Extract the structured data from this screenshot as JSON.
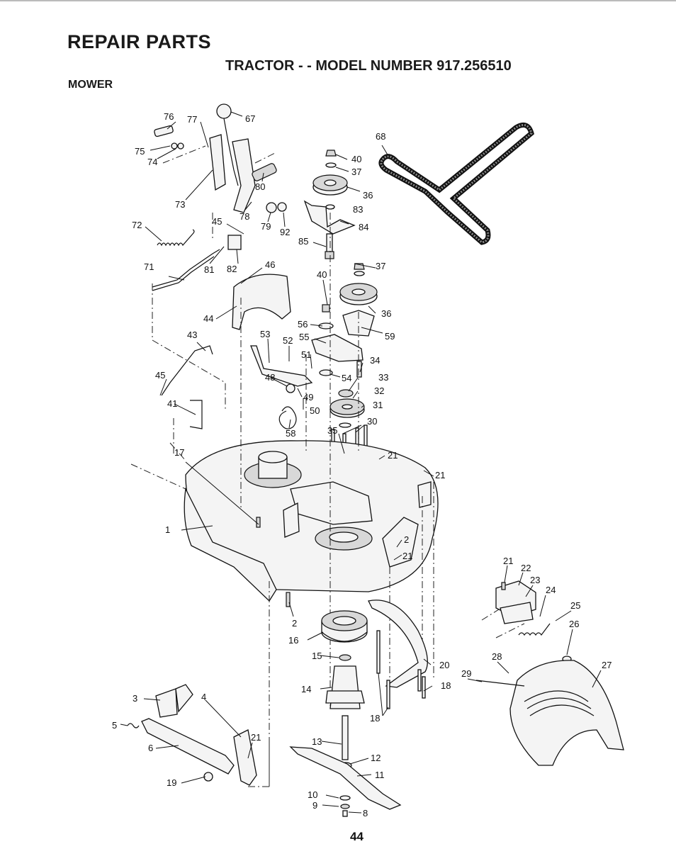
{
  "header": {
    "title": "REPAIR PARTS",
    "subtitle": "TRACTOR - - MODEL NUMBER 917.256510",
    "section": "MOWER"
  },
  "page_number": "44",
  "callouts": [
    "76",
    "77",
    "67",
    "75",
    "74",
    "73",
    "80",
    "78",
    "79",
    "92",
    "72",
    "45",
    "81",
    "82",
    "71",
    "46",
    "68",
    "40",
    "37",
    "36",
    "83",
    "84",
    "85",
    "44",
    "43",
    "53",
    "52",
    "48",
    "49",
    "50",
    "58",
    "45",
    "41",
    "51",
    "55",
    "56",
    "40",
    "37",
    "36",
    "59",
    "54",
    "34",
    "33",
    "32",
    "31",
    "30",
    "35",
    "17",
    "1",
    "21",
    "21",
    "2",
    "21",
    "2",
    "16",
    "15",
    "14",
    "20",
    "18",
    "18",
    "13",
    "12",
    "11",
    "10",
    "9",
    "8",
    "3",
    "4",
    "5",
    "6",
    "21",
    "19",
    "21",
    "22",
    "23",
    "24",
    "25",
    "26",
    "27",
    "28",
    "29"
  ]
}
